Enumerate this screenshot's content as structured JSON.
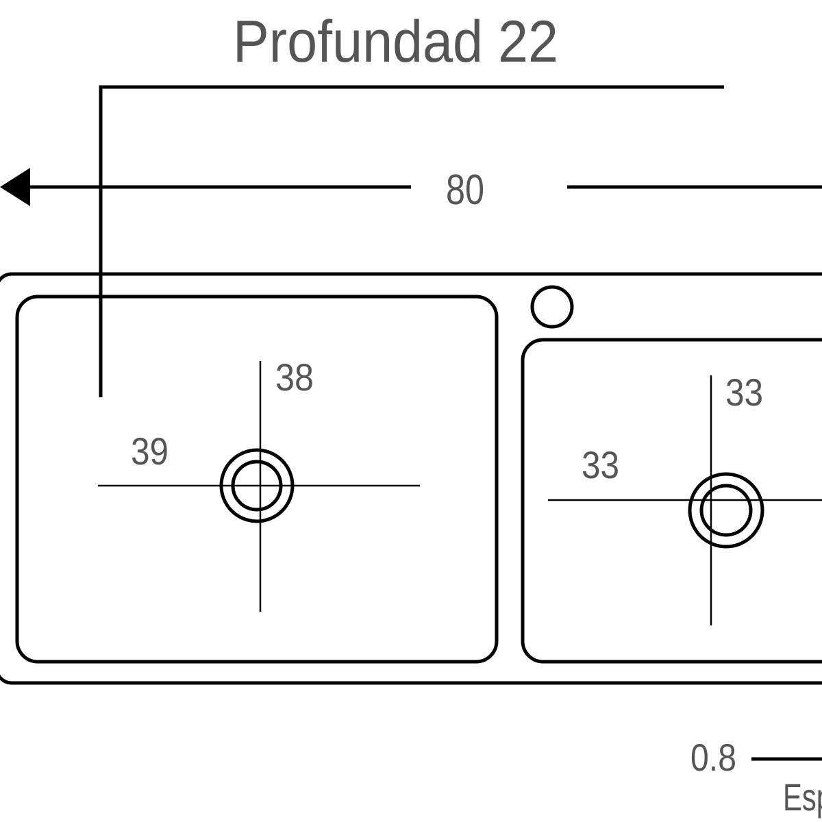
{
  "title": "Profundad 22",
  "dimensions": {
    "width": "80",
    "left_basin_height": "38",
    "left_basin_width": "39",
    "right_basin_height": "33",
    "right_basin_width": "33",
    "thickness": "0.8",
    "thickness_label": "Esp"
  },
  "colors": {
    "text": "#555555",
    "lines": "#000000"
  }
}
